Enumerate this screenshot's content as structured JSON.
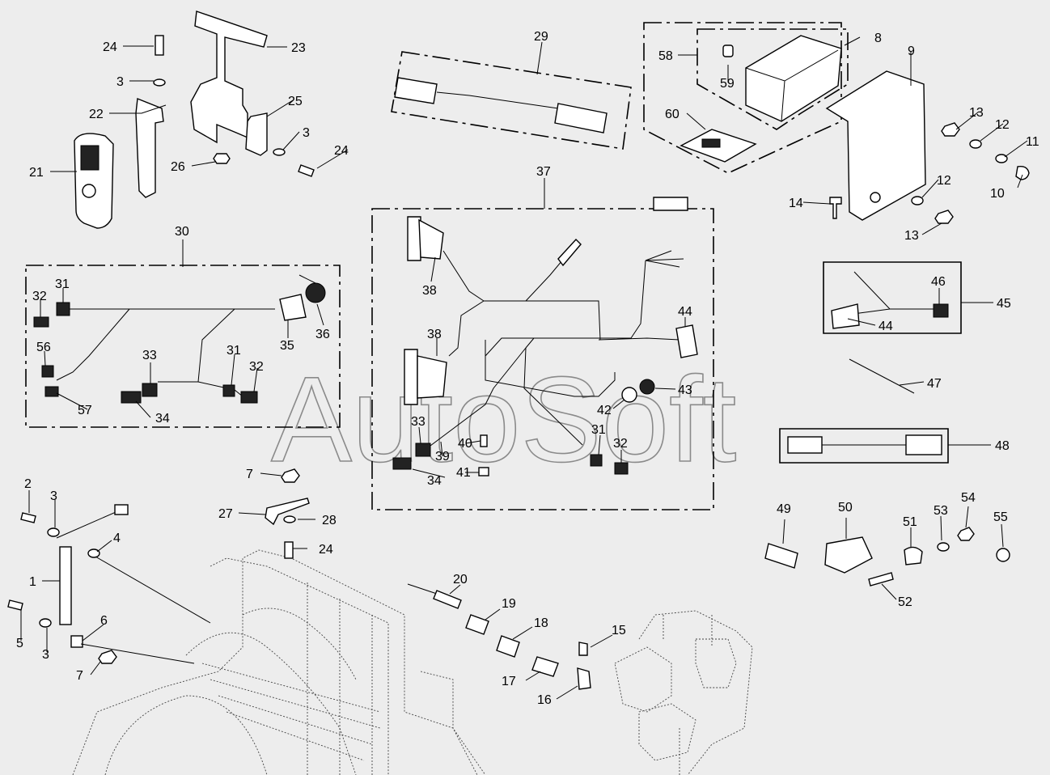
{
  "watermark": "AutoSoft",
  "callouts": [
    {
      "id": "c24a",
      "text": "24"
    },
    {
      "id": "c3a",
      "text": "3"
    },
    {
      "id": "c22",
      "text": "22"
    },
    {
      "id": "c21",
      "text": "21"
    },
    {
      "id": "c26",
      "text": "26"
    },
    {
      "id": "c23",
      "text": "23"
    },
    {
      "id": "c25",
      "text": "25"
    },
    {
      "id": "c3b",
      "text": "3"
    },
    {
      "id": "c24b",
      "text": "24"
    },
    {
      "id": "c29",
      "text": "29"
    },
    {
      "id": "c58",
      "text": "58"
    },
    {
      "id": "c8",
      "text": "8"
    },
    {
      "id": "c59",
      "text": "59"
    },
    {
      "id": "c60",
      "text": "60"
    },
    {
      "id": "c9",
      "text": "9"
    },
    {
      "id": "c13a",
      "text": "13"
    },
    {
      "id": "c12a",
      "text": "12"
    },
    {
      "id": "c11",
      "text": "11"
    },
    {
      "id": "c10",
      "text": "10"
    },
    {
      "id": "c14",
      "text": "14"
    },
    {
      "id": "c12b",
      "text": "12"
    },
    {
      "id": "c13b",
      "text": "13"
    },
    {
      "id": "c30",
      "text": "30"
    },
    {
      "id": "c32a",
      "text": "32"
    },
    {
      "id": "c31a",
      "text": "31"
    },
    {
      "id": "c56",
      "text": "56"
    },
    {
      "id": "c57",
      "text": "57"
    },
    {
      "id": "c33a",
      "text": "33"
    },
    {
      "id": "c34a",
      "text": "34"
    },
    {
      "id": "c31b",
      "text": "31"
    },
    {
      "id": "c32b",
      "text": "32"
    },
    {
      "id": "c35",
      "text": "35"
    },
    {
      "id": "c36",
      "text": "36"
    },
    {
      "id": "c37",
      "text": "37"
    },
    {
      "id": "c38a",
      "text": "38"
    },
    {
      "id": "c38b",
      "text": "38"
    },
    {
      "id": "c44a",
      "text": "44"
    },
    {
      "id": "c43",
      "text": "43"
    },
    {
      "id": "c42",
      "text": "42"
    },
    {
      "id": "c33b",
      "text": "33"
    },
    {
      "id": "c39",
      "text": "39"
    },
    {
      "id": "c40",
      "text": "40"
    },
    {
      "id": "c41",
      "text": "41"
    },
    {
      "id": "c34b",
      "text": "34"
    },
    {
      "id": "c31c",
      "text": "31"
    },
    {
      "id": "c32c",
      "text": "32"
    },
    {
      "id": "c46",
      "text": "46"
    },
    {
      "id": "c45",
      "text": "45"
    },
    {
      "id": "c44b",
      "text": "44"
    },
    {
      "id": "c47",
      "text": "47"
    },
    {
      "id": "c48",
      "text": "48"
    },
    {
      "id": "c2",
      "text": "2"
    },
    {
      "id": "c3c",
      "text": "3"
    },
    {
      "id": "c4",
      "text": "4"
    },
    {
      "id": "c1",
      "text": "1"
    },
    {
      "id": "c5",
      "text": "5"
    },
    {
      "id": "c3d",
      "text": "3"
    },
    {
      "id": "c6",
      "text": "6"
    },
    {
      "id": "c7a",
      "text": "7"
    },
    {
      "id": "c7b",
      "text": "7"
    },
    {
      "id": "c27",
      "text": "27"
    },
    {
      "id": "c28",
      "text": "28"
    },
    {
      "id": "c24c",
      "text": "24"
    },
    {
      "id": "c20",
      "text": "20"
    },
    {
      "id": "c19",
      "text": "19"
    },
    {
      "id": "c18",
      "text": "18"
    },
    {
      "id": "c15",
      "text": "15"
    },
    {
      "id": "c17",
      "text": "17"
    },
    {
      "id": "c16",
      "text": "16"
    },
    {
      "id": "c49",
      "text": "49"
    },
    {
      "id": "c50",
      "text": "50"
    },
    {
      "id": "c51",
      "text": "51"
    },
    {
      "id": "c53",
      "text": "53"
    },
    {
      "id": "c54",
      "text": "54"
    },
    {
      "id": "c55",
      "text": "55"
    },
    {
      "id": "c52",
      "text": "52"
    }
  ]
}
